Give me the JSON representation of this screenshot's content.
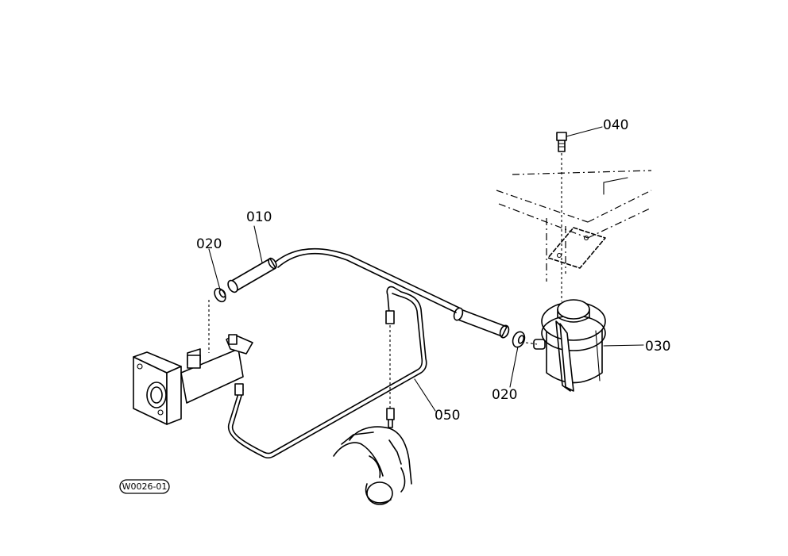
{
  "labels": {
    "p010": "010",
    "p020a": "020",
    "p020b": "020",
    "p030": "030",
    "p040": "040",
    "p050": "050"
  },
  "drawing_code": "W0026-01"
}
